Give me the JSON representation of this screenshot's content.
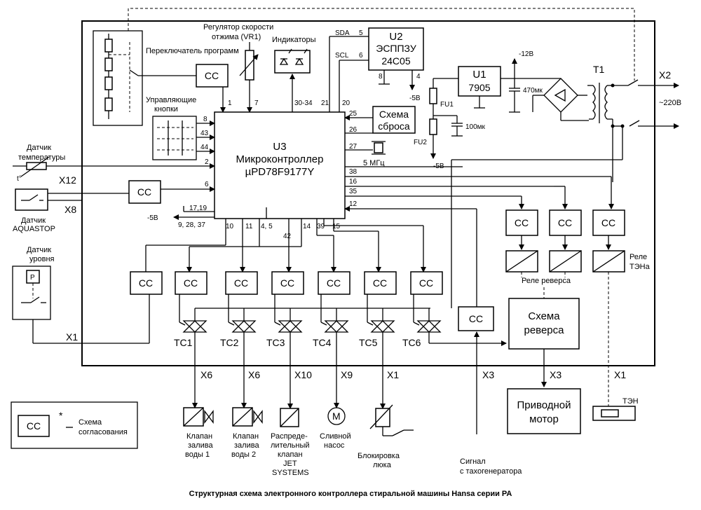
{
  "caption": "Структурная схема электронного контроллера стиральной машины Hansa серии PA",
  "mcu": {
    "name": "U3",
    "line1": "Микроконтроллер",
    "line2": "µPD78F9177Y"
  },
  "eeprom": {
    "name": "U2",
    "line1": "ЭСППЗУ",
    "line2": "24C05",
    "sda": "SDA",
    "scl": "SCL",
    "p5": "5",
    "p6": "6",
    "p8": "8",
    "p4": "4",
    "neg": "-5В"
  },
  "regulator": {
    "name": "U1",
    "part": "7905",
    "out": "-12В",
    "cap1": "470мк",
    "cap2": "100мк",
    "fu1": "FU1",
    "fu2": "FU2",
    "neg": "-5В"
  },
  "transformer": {
    "name": "T1",
    "conn": "X2",
    "mains": "~220В"
  },
  "reset": {
    "line1": "Схема",
    "line2": "сброса"
  },
  "crystal": "5 МГц",
  "cc_label": "CC",
  "labels": {
    "program_switch": "Переключатель программ",
    "spin_regulator_1": "Регулятор скорости",
    "spin_regulator_2": "отжима (VR1)",
    "indicators": "Индикаторы",
    "buttons_1": "Управляющие",
    "buttons_2": "кнопки",
    "temp_sensor_1": "Датчик",
    "temp_sensor_2": "температуры",
    "t_symbol": "t°",
    "aquastop_1": "Датчик",
    "aquastop_2": "AQUASTOP",
    "level_1": "Датчик",
    "level_2": "уровня",
    "level_p": "P",
    "neg5v": "-5В",
    "reverse_relay": "Реле реверса",
    "heater_relay_1": "Реле",
    "heater_relay_2": "ТЭНа",
    "reverse_scheme_1": "Схема",
    "reverse_scheme_2": "реверса",
    "motor_1": "Приводной",
    "motor_2": "мотор",
    "heater": "ТЭН",
    "tacho_1": "Сигнал",
    "tacho_2": "с тахогенератора",
    "legend_star": "*",
    "legend_1": "Схема",
    "legend_2": "согласования"
  },
  "pins": {
    "p1": "1",
    "p7": "7",
    "p3034": "30-34",
    "p21": "21",
    "p20": "20",
    "p8": "8",
    "p43": "43",
    "p44": "44",
    "p2": "2",
    "p6": "6",
    "p1719": "17,19",
    "p92837": "9, 28, 37",
    "p25": "25",
    "p26": "26",
    "p27": "27",
    "p38": "38",
    "p16": "16",
    "p35": "35",
    "p12": "12",
    "p10": "10",
    "p11": "11",
    "p45": "4, 5",
    "p14": "14",
    "p39": "39",
    "p15": "15",
    "p42": "42"
  },
  "connectors": {
    "x12": "X12",
    "x8": "X8",
    "x1_level": "X1",
    "tc1": "X6",
    "tc2": "X6",
    "tc3": "X10",
    "tc4": "X9",
    "tc5": "X1",
    "x3a": "X3",
    "x3b": "X3",
    "x1_heater": "X1"
  },
  "triacs": [
    "TC1",
    "TC2",
    "TC3",
    "TC4",
    "TC5",
    "TC6"
  ],
  "loads": {
    "valve1": [
      "Клапан",
      "залива",
      "воды 1"
    ],
    "valve2": [
      "Клапан",
      "залива",
      "воды 2"
    ],
    "dist": [
      "Распреде-",
      "лительный",
      "клапан",
      "JET",
      "SYSTEMS"
    ],
    "pump": [
      "Сливной",
      "насос"
    ],
    "lock": [
      "Блокировка",
      "люка"
    ],
    "pump_symbol": "M"
  }
}
